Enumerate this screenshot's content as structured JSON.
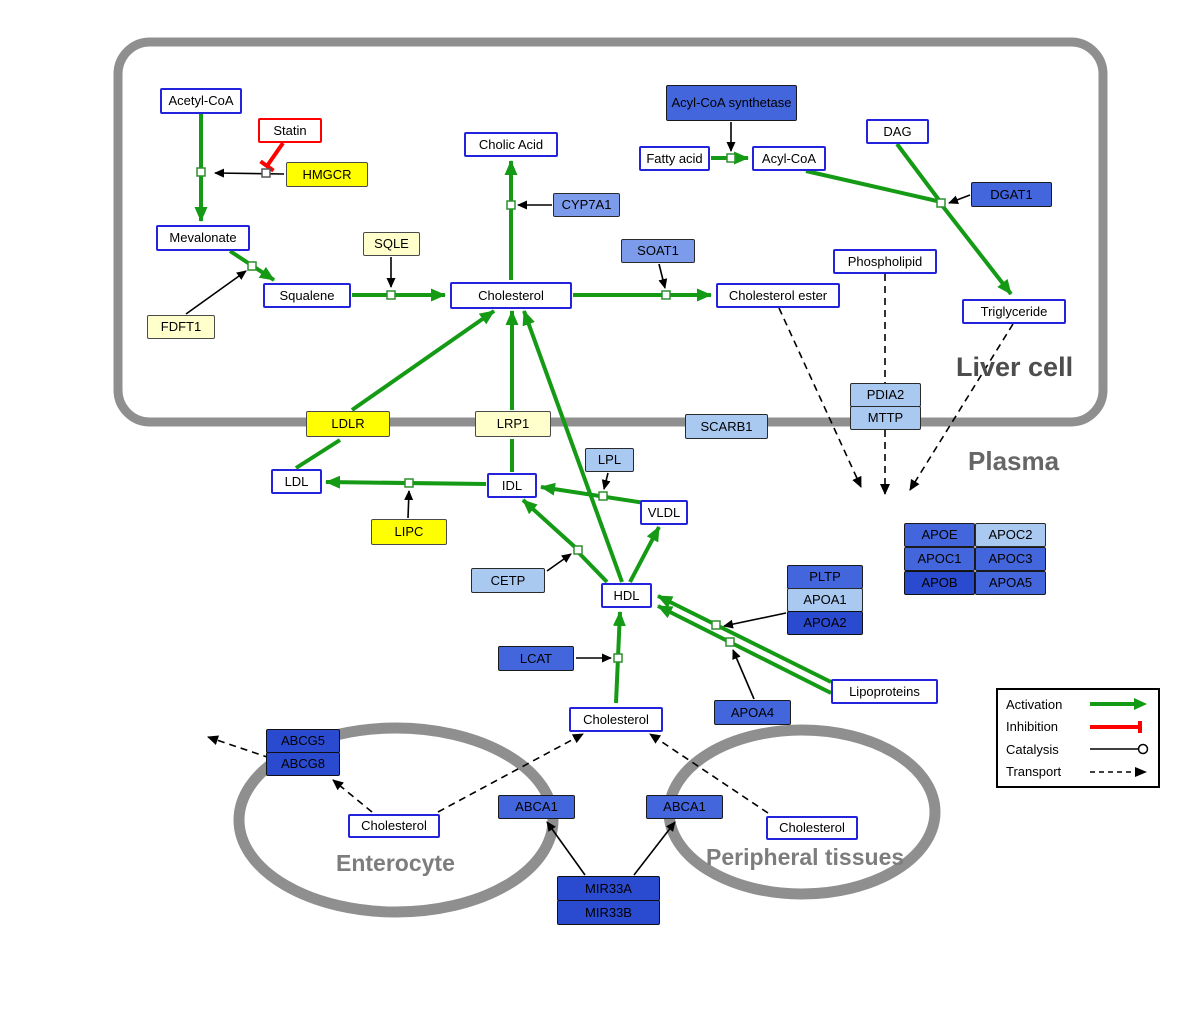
{
  "regions": {
    "liver": "Liver cell",
    "plasma": "Plasma",
    "enterocyte": "Enterocyte",
    "peripheral": "Peripheral tissues"
  },
  "nodes": {
    "acetyl_coa": "Acetyl-CoA",
    "statin": "Statin",
    "hmgcr": "HMGCR",
    "mevalonate": "Mevalonate",
    "sqle": "SQLE",
    "fdft1": "FDFT1",
    "squalene": "Squalene",
    "cholic_acid": "Cholic Acid",
    "cyp7a1": "CYP7A1",
    "cholesterol_liver": "Cholesterol",
    "soat1": "SOAT1",
    "cholesterol_ester": "Cholesterol ester",
    "acyl_coa_synthetase": "Acyl-CoA synthetase",
    "fatty_acid": "Fatty acid",
    "acyl_coa": "Acyl-CoA",
    "dag": "DAG",
    "dgat1": "DGAT1",
    "phospholipid": "Phospholipid",
    "triglyceride": "Triglyceride",
    "ldlr": "LDLR",
    "lrp1": "LRP1",
    "scarb1": "SCARB1",
    "pdia2": "PDIA2",
    "mttp": "MTTP",
    "ldl": "LDL",
    "idl": "IDL",
    "lpl": "LPL",
    "vldl": "VLDL",
    "lipc": "LIPC",
    "cetp": "CETP",
    "hdl": "HDL",
    "pltp": "PLTP",
    "apoa1": "APOA1",
    "apoa2": "APOA2",
    "apoe": "APOE",
    "apoc2": "APOC2",
    "apoc1": "APOC1",
    "apoc3": "APOC3",
    "apob": "APOB",
    "apoa5": "APOA5",
    "lcat": "LCAT",
    "apoa4": "APOA4",
    "lipoproteins": "Lipoproteins",
    "cholesterol_plasma": "Cholesterol",
    "abcg5": "ABCG5",
    "abcg8": "ABCG8",
    "cholesterol_enterocyte": "Cholesterol",
    "abca1_left": "ABCA1",
    "abca1_right": "ABCA1",
    "cholesterol_peripheral": "Cholesterol",
    "mir33a": "MIR33A",
    "mir33b": "MIR33B"
  },
  "legend": {
    "activation": "Activation",
    "inhibition": "Inhibition",
    "catalysis": "Catalysis",
    "transport": "Transport"
  },
  "colors": {
    "activation_green": "#149a14",
    "inhibition_red": "#ff0000",
    "metabolite_border_blue": "#2323dd",
    "gene_yellow": "#ffff00",
    "gene_pale_yellow": "#ffffcc",
    "gene_light_blue": "#a9c9f1",
    "gene_blue": "#4466dd",
    "gene_dark_blue": "#2a4ad0",
    "region_gray": "#8f8f8f"
  }
}
